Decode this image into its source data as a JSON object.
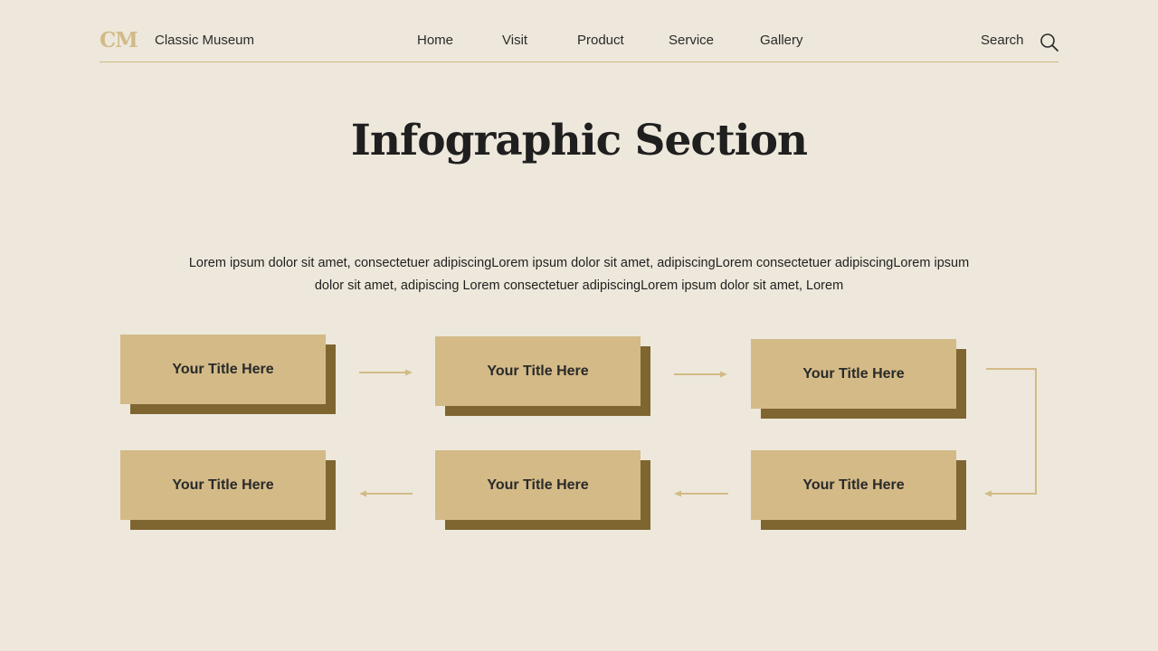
{
  "header": {
    "logo": "CM",
    "brand": "Classic Museum",
    "nav": [
      "Home",
      "Visit",
      "Product",
      "Service",
      "Gallery"
    ],
    "search_label": "Search"
  },
  "main": {
    "title": "Infographic Section",
    "description_line1": "Lorem ipsum dolor sit amet, consectetuer adipiscingLorem ipsum dolor sit amet, adipiscingLorem consectetuer adipiscingLorem ipsum",
    "description_line2": "dolor sit amet, adipiscing Lorem consectetuer adipiscingLorem ipsum dolor sit amet, Lorem",
    "steps": [
      {
        "label": "Your Title Here"
      },
      {
        "label": "Your Title Here"
      },
      {
        "label": "Your Title Here"
      },
      {
        "label": "Your Title Here"
      },
      {
        "label": "Your Title Here"
      },
      {
        "label": "Your Title Here"
      }
    ]
  },
  "colors": {
    "background": "#EDE8DB",
    "accent": "#D3BA87",
    "shadow": "#7F6530",
    "text": "#2a2a2a"
  }
}
